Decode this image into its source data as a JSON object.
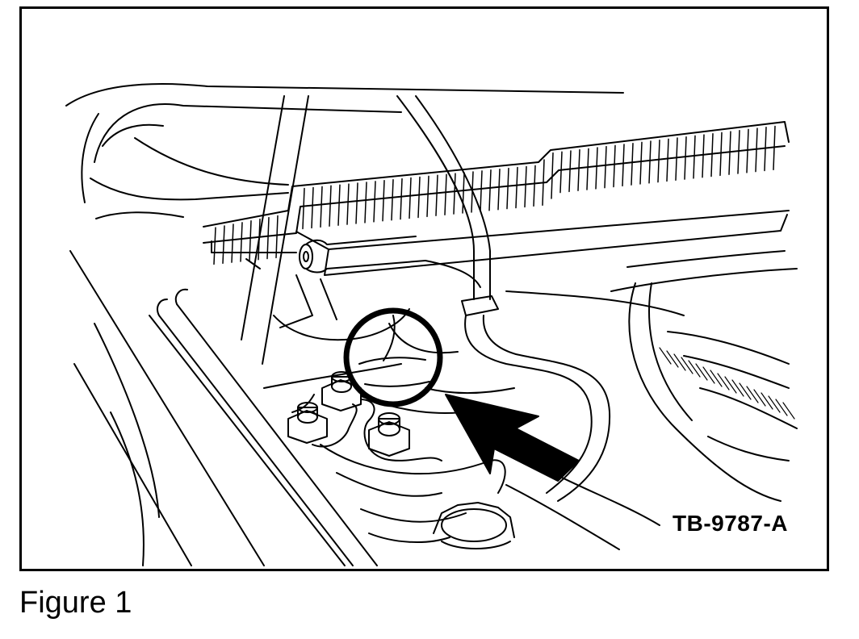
{
  "figure": {
    "drawing_code": "TB-9787-A",
    "caption": "Figure 1"
  },
  "colors": {
    "line": "#000000",
    "background": "#ffffff"
  },
  "callouts": {
    "circle": "inspection-circle",
    "arrow": "pointer-arrow"
  }
}
